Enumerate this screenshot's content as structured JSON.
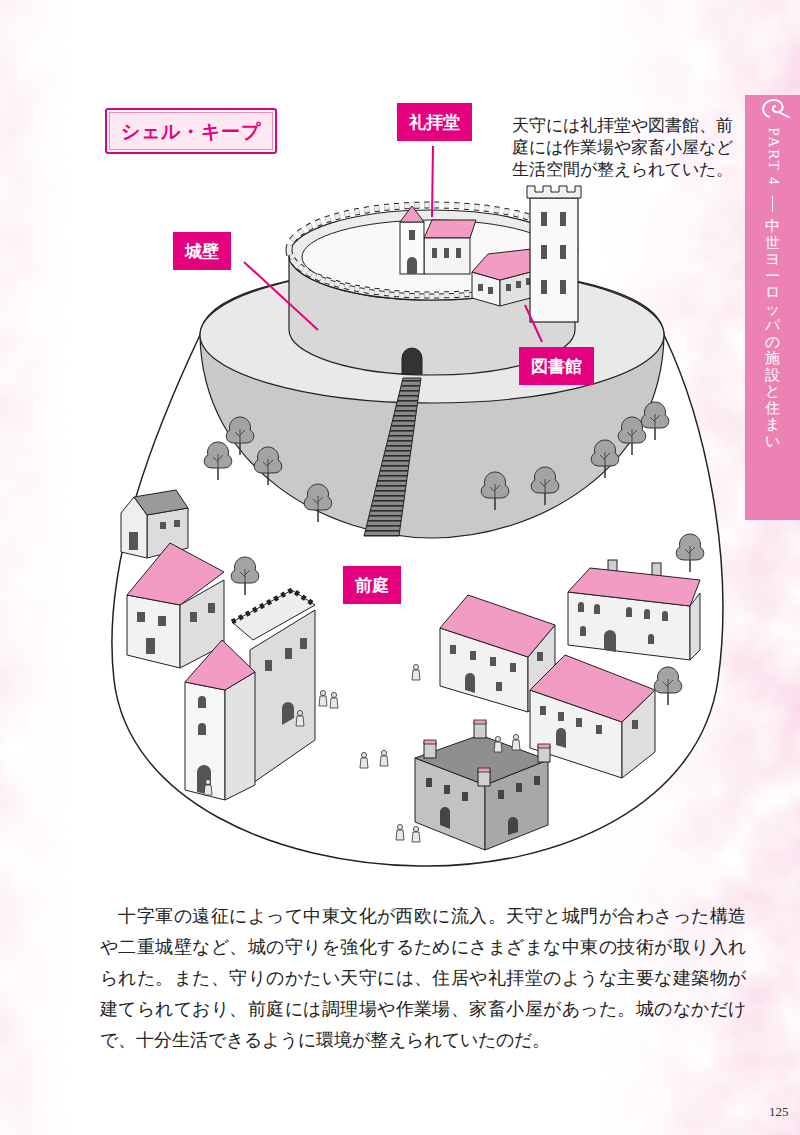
{
  "diagram": {
    "title": "シェル・キープ",
    "nodes": [
      {
        "text": [
          "礼拝堂"
        ]
      },
      {
        "text": [
          "城壁"
        ]
      },
      {
        "text": [
          "図書館"
        ]
      },
      {
        "text": [
          "前庭"
        ]
      },
      {
        "text": [
          "PART 4",
          "中世ヨーロッパの施設と住まい"
        ]
      }
    ],
    "labels": [
      "天守には礼拝堂や図書館、前庭には作業場や家畜小屋など生活空間が整えられていた。",
      "十字軍の遠征によって中東文化が西欧に流入。天守と城門が合わさった構造や二重城壁など、城の守りを強化するためにさまざまな中東の技術が取り入れられた。また、守りのかたい天守には、住居や礼拝堂のような主要な建築物が建てられており、前庭には調理場や作業場、家畜小屋があった。城のなかだけで、十分生活できるように環境が整えられていたのだ。",
      "125"
    ]
  }
}
